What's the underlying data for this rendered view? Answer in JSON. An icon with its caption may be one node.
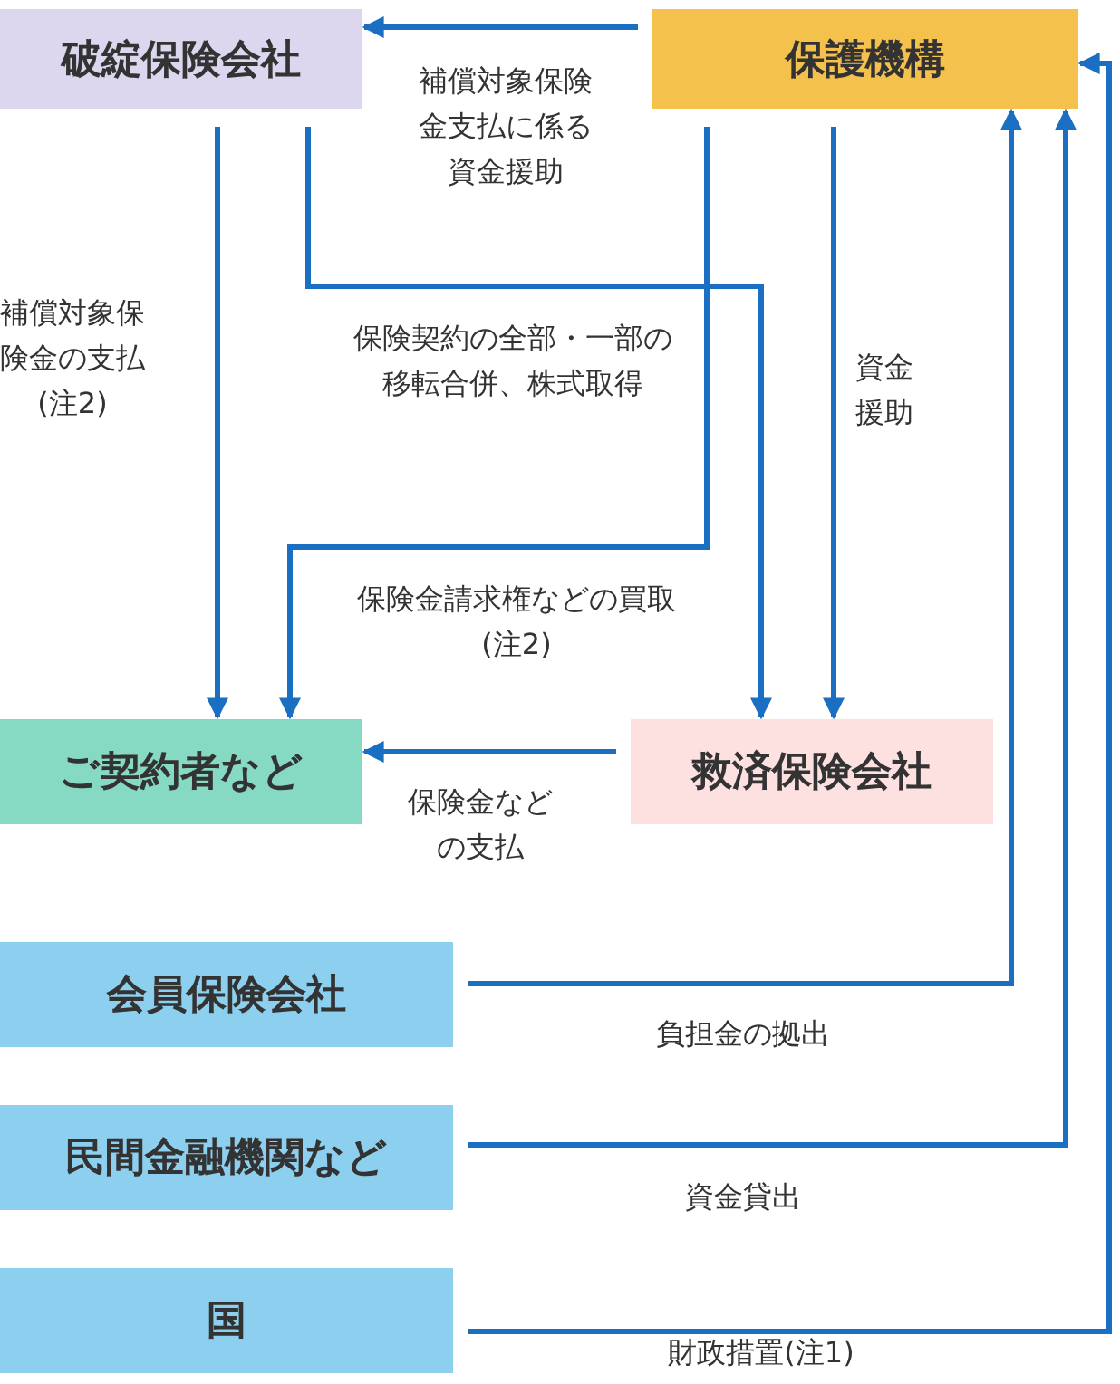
{
  "diagram": {
    "nodes": [
      {
        "text": [
          "破綻保険会社"
        ]
      },
      {
        "text": [
          "保護機構"
        ]
      },
      {
        "text": [
          "ご契約者など"
        ]
      },
      {
        "text": [
          "救済保険会社"
        ]
      },
      {
        "text": [
          "会員保険会社"
        ]
      },
      {
        "text": [
          "民間金融機関など"
        ]
      },
      {
        "text": [
          "国"
        ]
      }
    ],
    "edges": [
      {
        "from": 1,
        "to": 0,
        "arrow": "to",
        "label": "補償対象保険金支払に係る資金援助"
      },
      {
        "from": 0,
        "to": 2,
        "arrow": "to",
        "label": "補償対象保険金の支払(注2)"
      },
      {
        "from": 0,
        "to": 3,
        "arrow": "to",
        "label": "保険契約の全部・一部の移転合併、株式取得"
      },
      {
        "from": 1,
        "to": 2,
        "arrow": "to",
        "label": "保険金請求権などの買取(注2)"
      },
      {
        "from": 1,
        "to": 3,
        "arrow": "to",
        "label": "資金援助"
      },
      {
        "from": 3,
        "to": 2,
        "arrow": "to",
        "label": "保険金などの支払"
      },
      {
        "from": 4,
        "to": 1,
        "arrow": "to",
        "label": "負担金の拠出"
      },
      {
        "from": 5,
        "to": 1,
        "arrow": "to",
        "label": "資金貸出"
      },
      {
        "from": 6,
        "to": 1,
        "arrow": "to",
        "label": "財政措置(注1)"
      }
    ]
  }
}
